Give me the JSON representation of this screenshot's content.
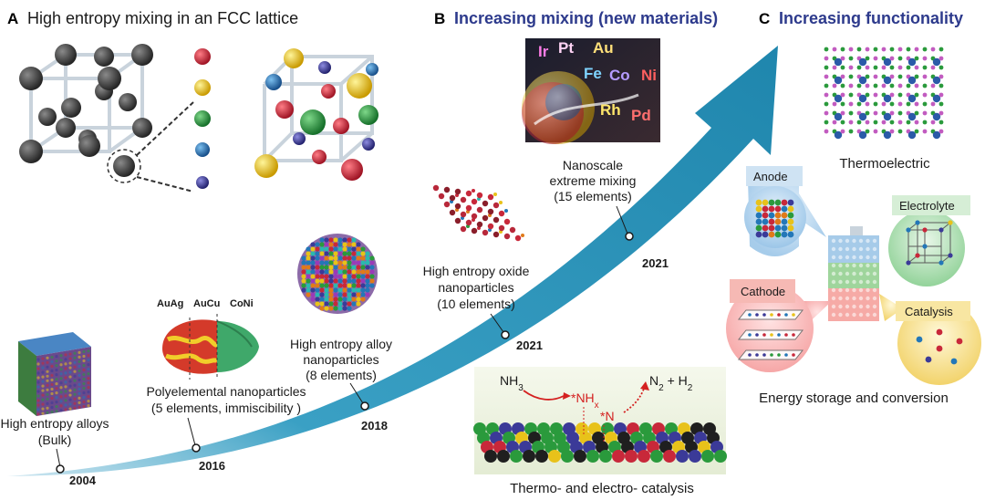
{
  "panels": {
    "a": {
      "letter": "A",
      "title": "High entropy mixing in an FCC lattice"
    },
    "b": {
      "letter": "B",
      "title": "Increasing mixing (new materials)"
    },
    "c": {
      "letter": "C",
      "title": "Increasing functionality"
    }
  },
  "timeline": {
    "milestones": [
      {
        "year": "2004",
        "lines": [
          "High entropy alloys",
          "(Bulk)"
        ]
      },
      {
        "year": "2016",
        "lines": [
          "Polyelemental nanoparticles",
          "(5 elements, immiscibility )"
        ]
      },
      {
        "year": "2018",
        "lines": [
          "High entropy alloy",
          "nanoparticles",
          "(8 elements)"
        ]
      },
      {
        "year": "2021",
        "lines": [
          "High entropy oxide",
          "nanoparticles",
          "(10 elements)"
        ]
      },
      {
        "year": "2021",
        "lines": [
          "Nanoscale",
          "extreme mixing",
          "(15 elements)"
        ]
      }
    ],
    "janus_labels": [
      "AuAg",
      "AuCu",
      "CoNi"
    ],
    "element_tiles": [
      "Ir",
      "Pt",
      "Au",
      "Fe",
      "Co",
      "Ni",
      "Rh",
      "Pd"
    ]
  },
  "catalysis_inset": {
    "reactant": "NH3",
    "intermediate_1": "*NHx",
    "intermediate_2": "*N",
    "product": "N2 + H2",
    "caption": "Thermo- and electro- catalysis"
  },
  "functionality": {
    "thermoelectric": "Thermoelectric",
    "anode": "Anode",
    "electrolyte": "Electrolyte",
    "cathode": "Cathode",
    "catalysis": "Catalysis",
    "caption": "Energy storage and conversion"
  },
  "colors": {
    "arrow": "#2a8fb4",
    "title_blue": "#2d3a8c",
    "atom_dark": "#3a3a3a",
    "red": "#c8283a",
    "yellow": "#e8c21a",
    "green": "#2a9a3c",
    "blue": "#2377b8",
    "purple": "#3b3a98"
  }
}
